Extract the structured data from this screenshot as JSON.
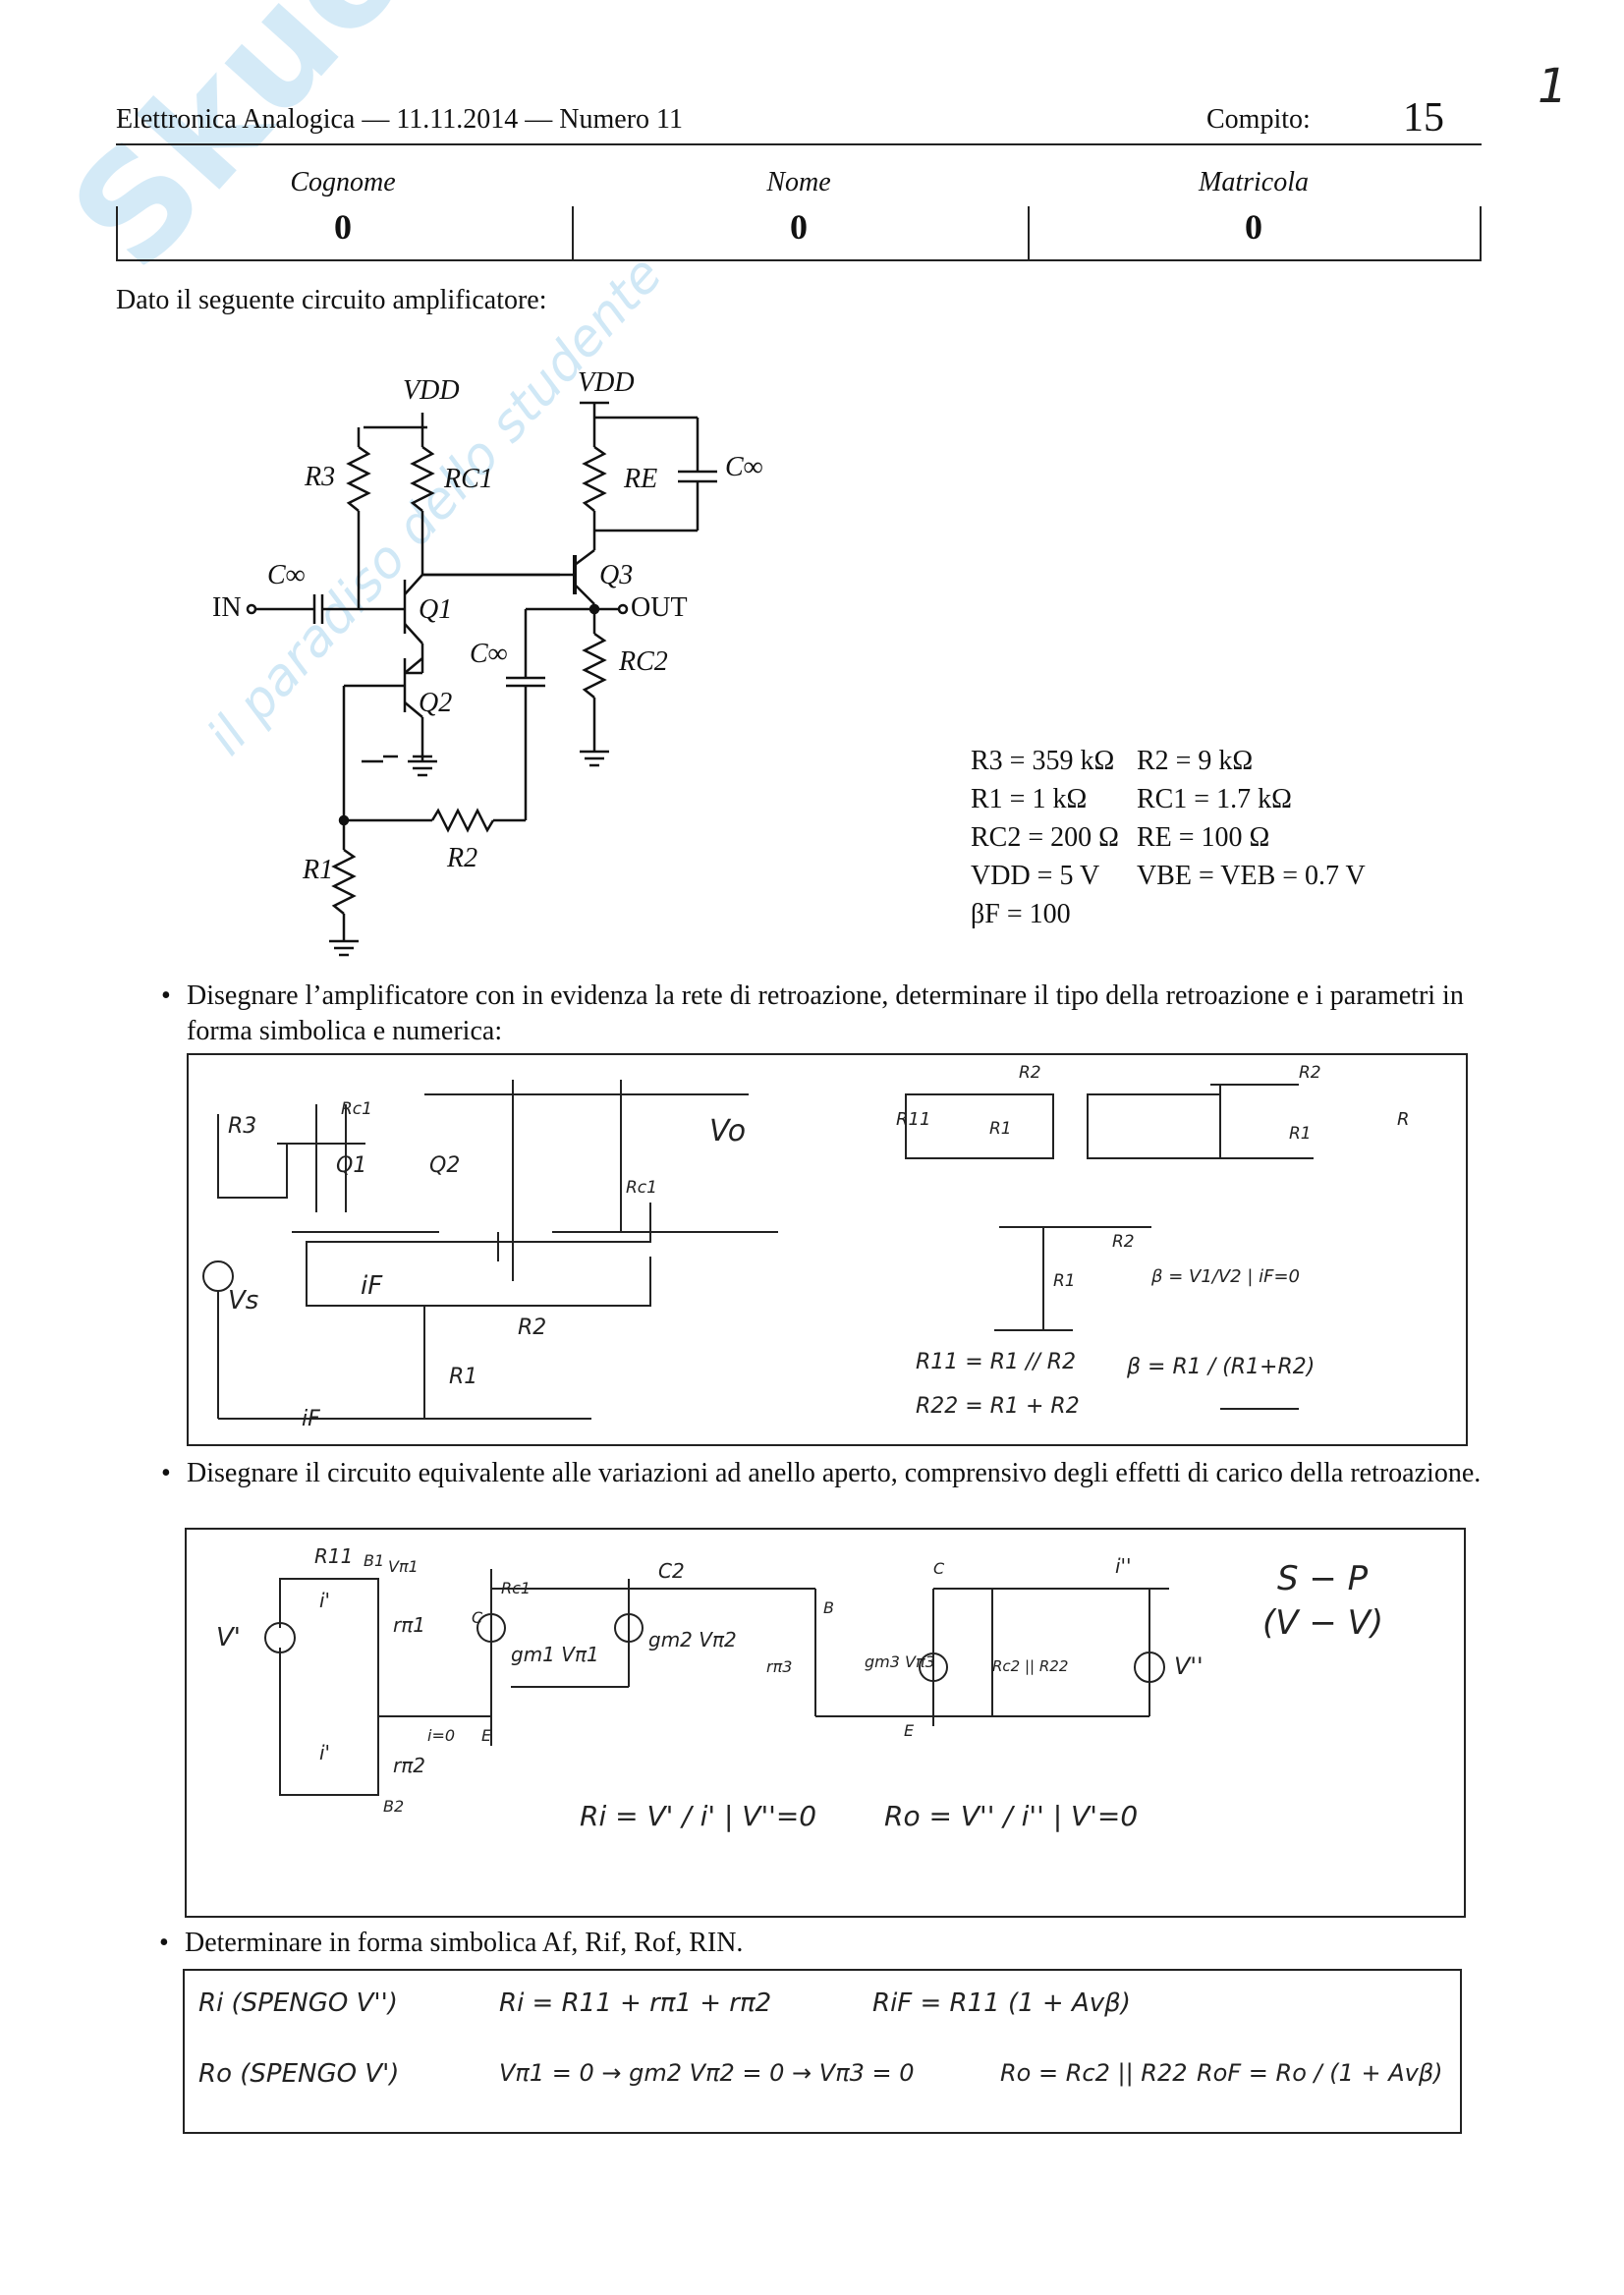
{
  "header": {
    "title": "Elettronica Analogica — 11.11.2014 — Numero 11",
    "compito_label": "Compito:",
    "compito_number": "15",
    "page_mark": "1"
  },
  "student": {
    "fields": [
      {
        "label": "Cognome",
        "value": "0"
      },
      {
        "label": "Nome",
        "value": "0"
      },
      {
        "label": "Matricola",
        "value": "0"
      }
    ]
  },
  "watermark": {
    "brand": "Skuola.net",
    "tagline": "il paradiso dello studente"
  },
  "intro": "Dato il seguente circuito amplificatore:",
  "circuit": {
    "vdd1": "VDD",
    "vdd2": "VDD",
    "r3": "R3",
    "rc1": "RC1",
    "re": "RE",
    "cinf_top": "C∞",
    "cinf_in": "C∞",
    "in": "IN",
    "q1": "Q1",
    "q2": "Q2",
    "q3": "Q3",
    "out": "OUT",
    "cinf_mid": "C∞",
    "rc2": "RC2",
    "r1": "R1",
    "r2": "R2"
  },
  "values": [
    [
      "R3 = 359 kΩ",
      "R2 = 9 kΩ"
    ],
    [
      "R1 = 1 kΩ",
      "RC1 = 1.7 kΩ"
    ],
    [
      "RC2 = 200 Ω",
      "RE = 100 Ω"
    ],
    [
      "VDD = 5 V",
      "VBE = VEB = 0.7 V"
    ],
    [
      "βF = 100",
      ""
    ]
  ],
  "questions": [
    {
      "text": "Disegnare l’amplificatore con in evidenza la rete di retroazione, determinare il tipo della retroazione e i parametri in forma simbolica e numerica:"
    },
    {
      "text": "Disegnare il circuito equivalente alle variazioni ad anello aperto, comprensivo degli effetti di carico della retroazione."
    },
    {
      "text": "Determinare in forma simbolica Af, Rif, Rof, RIN."
    }
  ],
  "answer1": {
    "labels": [
      "R3",
      "Rc1",
      "Q1",
      "Q2",
      "Vo",
      "Rc1",
      "Vs",
      "iF",
      "R2",
      "R1",
      "iF"
    ],
    "r11_net": [
      "R2",
      "R11",
      "R1"
    ],
    "r22_net": [
      "R2",
      "R1",
      "R"
    ],
    "beta_net": [
      "R2",
      "R1",
      "β = V1/V2 | iF=0"
    ],
    "r11": "R11 = R1 // R2",
    "r22": "R22 = R1 + R2",
    "beta": "β = R1 / (R1+R2)"
  },
  "answer2": {
    "labels": [
      "R11",
      "B1",
      "Vπ1",
      "i'",
      "rπ1",
      "V'",
      "i'",
      "rπ2",
      "B2",
      "i=0",
      "Rc1",
      "C",
      "E",
      "gm1 Vπ1",
      "C2",
      "gm2 Vπ2",
      "B",
      "rπ3",
      "gm3 Vπ3",
      "C",
      "E",
      "Rc2 || R22",
      "i''",
      "V''"
    ],
    "type1": "S − P",
    "type2": "(V − V)",
    "ri": "Ri = V' / i' | V''=0",
    "ro": "Ro = V'' / i'' | V'=0"
  },
  "answer3": {
    "line1": [
      "Ri (SPENGO V'')",
      "Ri = R11 + rπ1 + rπ2",
      "RiF = R11 (1 + Avβ)"
    ],
    "line2": [
      "Ro (SPENGO V')",
      "Vπ1 = 0 → gm2 Vπ2 = 0 → Vπ3 = 0",
      "Ro = Rc2 || R22",
      "RoF = Ro / (1 + Avβ)"
    ]
  }
}
